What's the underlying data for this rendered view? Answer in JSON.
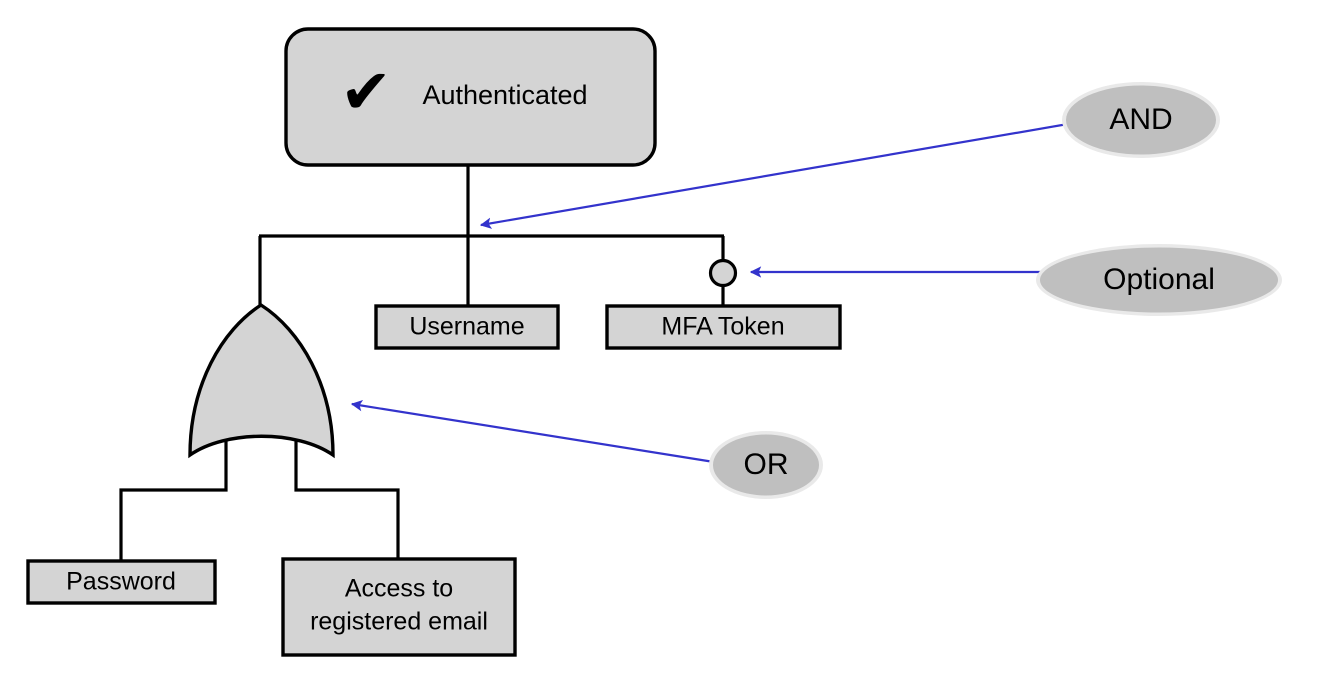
{
  "diagram": {
    "type": "attack-tree",
    "title_node": {
      "label": "Authenticated",
      "icon": "checkmark-icon",
      "icon_glyph": "✔",
      "shape": "rounded-rectangle"
    },
    "gate_nodes": [
      {
        "id": "or-gate",
        "shape": "or-gate",
        "label": ""
      }
    ],
    "leaf_nodes": [
      {
        "id": "username",
        "label": "Username",
        "shape": "rectangle"
      },
      {
        "id": "mfa-token",
        "label": "MFA Token",
        "shape": "rectangle",
        "optional_marker": true
      },
      {
        "id": "password",
        "label": "Password",
        "shape": "rectangle"
      },
      {
        "id": "access-email",
        "label": "Access to\nregistered email",
        "line1": "Access to",
        "line2": "registered email",
        "shape": "rectangle"
      }
    ],
    "callouts": [
      {
        "id": "callout-and",
        "label": "AND",
        "shape": "ellipse",
        "points_to": "and-branch-bar"
      },
      {
        "id": "callout-optional",
        "label": "Optional",
        "shape": "ellipse",
        "points_to": "optional-circle"
      },
      {
        "id": "callout-or",
        "label": "OR",
        "shape": "ellipse",
        "points_to": "or-gate"
      }
    ],
    "colors": {
      "node_fill": "#d4d4d4",
      "node_stroke": "#000000",
      "callout_fill": "#bfbfbf",
      "callout_halo": "#e8e8e8",
      "annotation_line": "#3333cc",
      "background": "#ffffff",
      "text": "#000000"
    }
  }
}
